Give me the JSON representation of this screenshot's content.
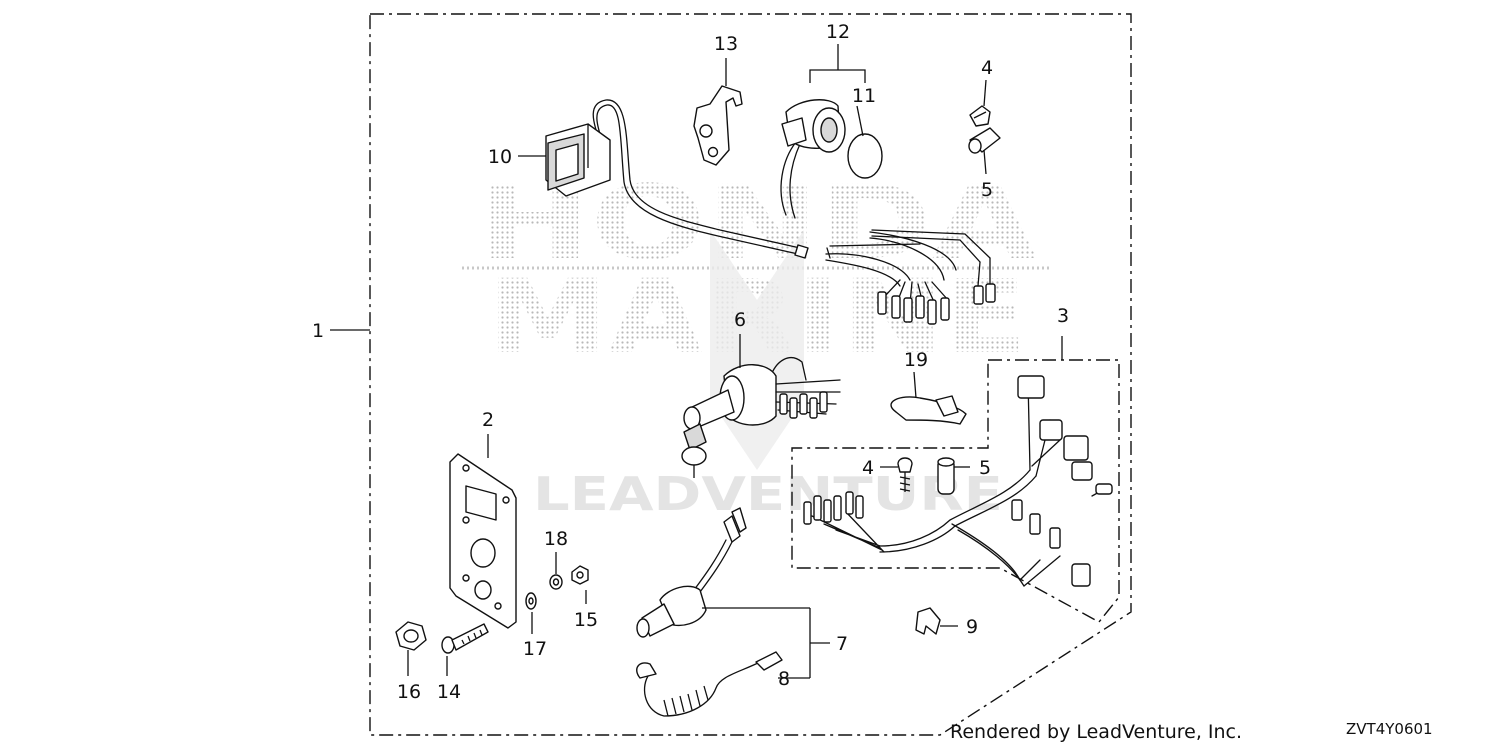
{
  "watermark": {
    "brand_line1": "HONDA",
    "brand_line2": "MARINE",
    "dealer": "LEADVENTURE"
  },
  "callouts": {
    "c1": "1",
    "c2": "2",
    "c3": "3",
    "c4a": "4",
    "c4b": "4",
    "c5a": "5",
    "c5b": "5",
    "c6": "6",
    "c7": "7",
    "c8": "8",
    "c9": "9",
    "c10": "10",
    "c11": "11",
    "c12": "12",
    "c13": "13",
    "c14": "14",
    "c15": "15",
    "c16": "16",
    "c17": "17",
    "c18": "18",
    "c19": "19"
  },
  "footer": {
    "credit": "Rendered by LeadVenture, Inc.",
    "diagram_code": "ZVT4Y0601"
  }
}
